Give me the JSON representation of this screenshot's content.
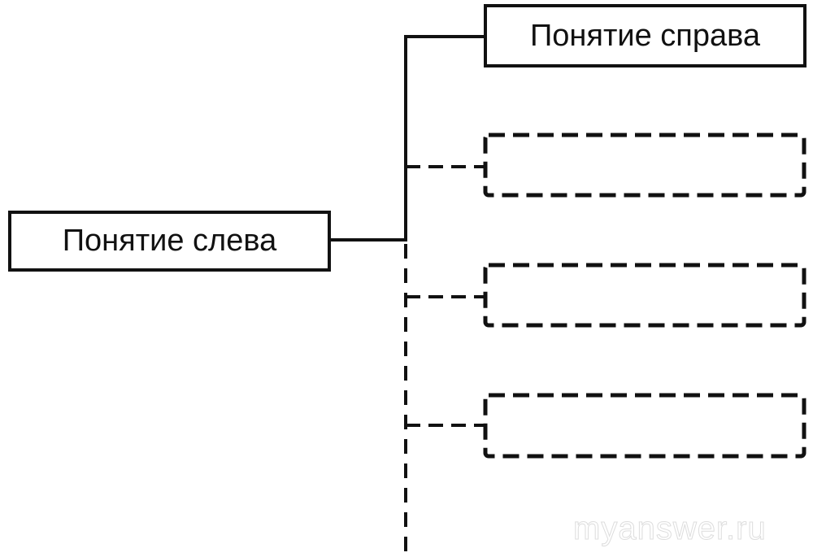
{
  "left_concept": "Понятие слева",
  "right_concepts": [
    "Понятие справа",
    "",
    "",
    ""
  ],
  "watermark": "myanswer.ru"
}
